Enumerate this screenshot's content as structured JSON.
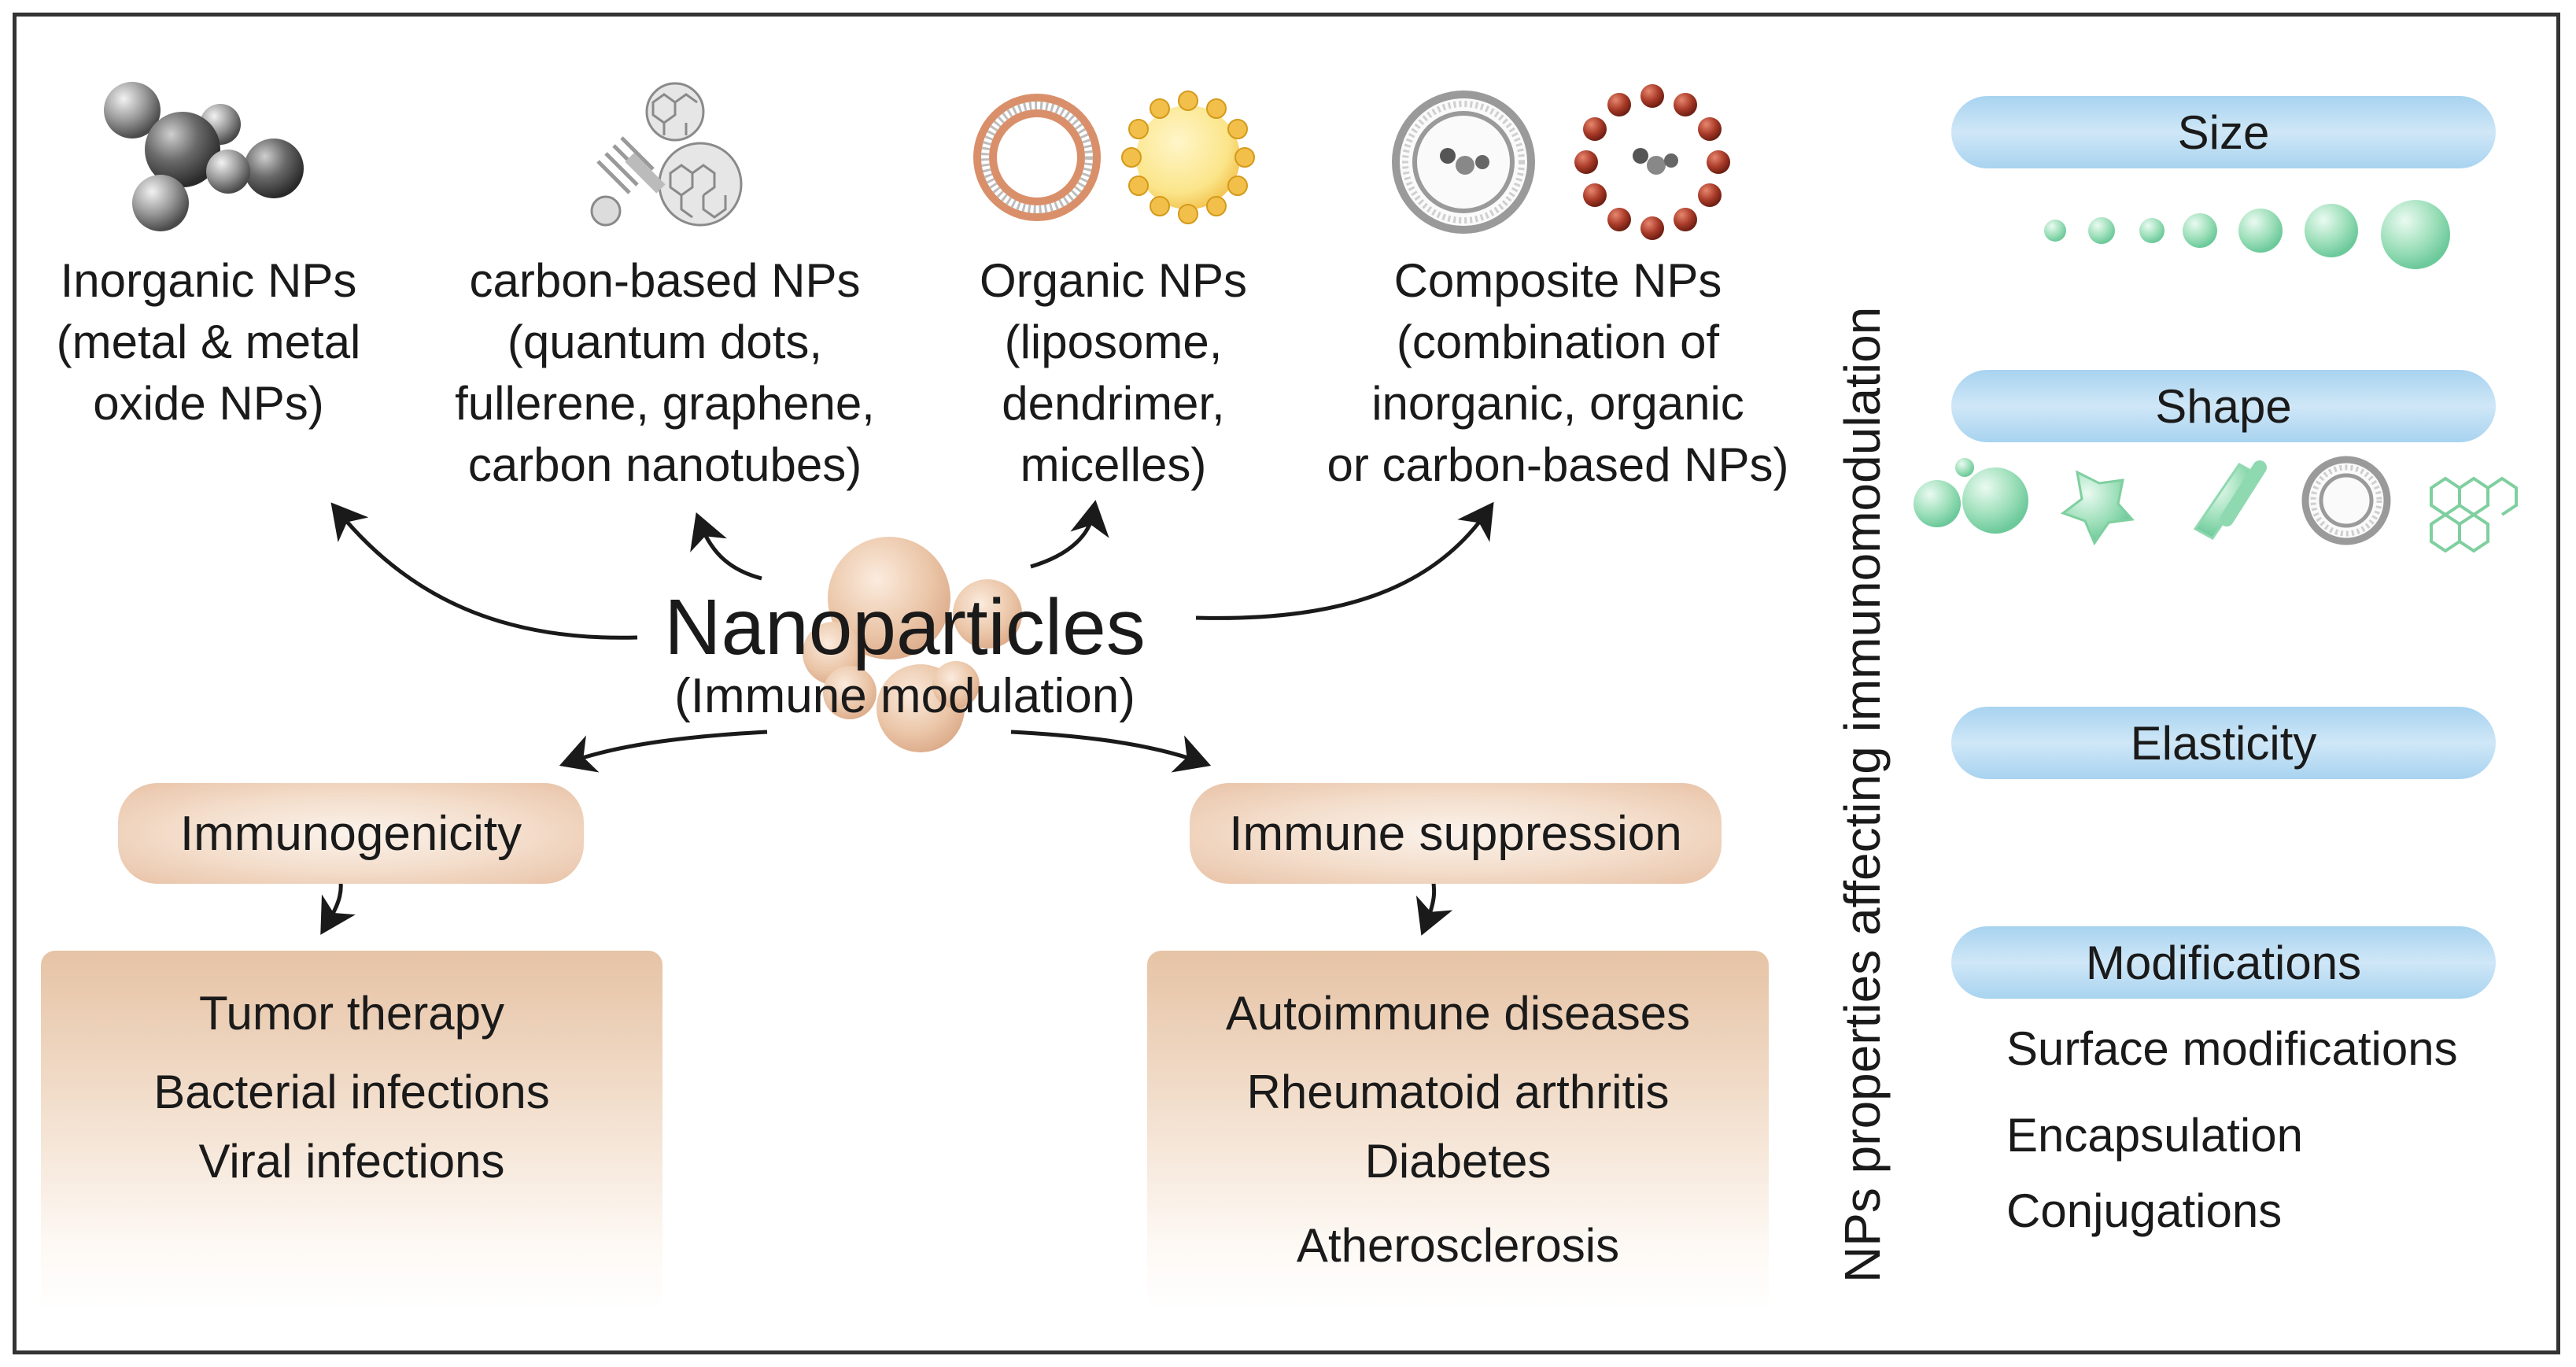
{
  "np_types": [
    {
      "name": "inorganic",
      "lines": [
        "Inorganic NPs",
        "(metal & metal",
        "oxide NPs)"
      ]
    },
    {
      "name": "carbon",
      "lines": [
        "carbon-based NPs",
        "(quantum dots,",
        "fullerene, graphene,",
        "carbon nanotubes)"
      ]
    },
    {
      "name": "organic",
      "lines": [
        "Organic NPs",
        "(liposome,",
        "dendrimer,",
        "micelles)"
      ]
    },
    {
      "name": "composite",
      "lines": [
        "Composite NPs",
        "(combination of",
        "inorganic, organic",
        "or carbon-based NPs)"
      ]
    }
  ],
  "center": {
    "title": "Nanoparticles",
    "subtitle": "(Immune modulation)"
  },
  "outcomes": {
    "immunogenicity": {
      "label": "Immunogenicity",
      "items": [
        "Tumor therapy",
        "Bacterial infections",
        "Viral infections"
      ]
    },
    "suppression": {
      "label": "Immune suppression",
      "items": [
        "Autoimmune diseases",
        "Rheumatoid arthritis",
        "Diabetes",
        "Atherosclerosis"
      ]
    }
  },
  "properties": {
    "title": "NPs properties affecting immunomodulation",
    "size": "Size",
    "shape": "Shape",
    "elasticity": "Elasticity",
    "modifications": "Modifications",
    "modification_items": [
      "Surface modifications",
      "Encapsulation",
      "Conjugations"
    ]
  },
  "colors": {
    "green": "#8fd9b0",
    "blue": "#a8d3f0",
    "orange": "#e8c2a6",
    "brown": "#9e3b2a",
    "gold": "#f2c04a",
    "liposome": "#d9906a"
  }
}
